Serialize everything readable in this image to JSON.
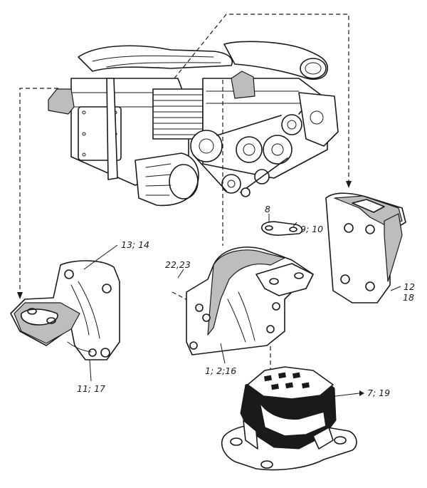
{
  "labels": {
    "bracket_front_right": "13; 14",
    "bracket_front_right_lower": "11; 17",
    "strap": "8",
    "strap_bolts": "9; 10",
    "bracket_center_bolts": "22,23",
    "bracket_center": "1; 2;16",
    "bracket_rear_a": "12",
    "bracket_rear_b": "18",
    "rubber_mount": "7; 19"
  }
}
